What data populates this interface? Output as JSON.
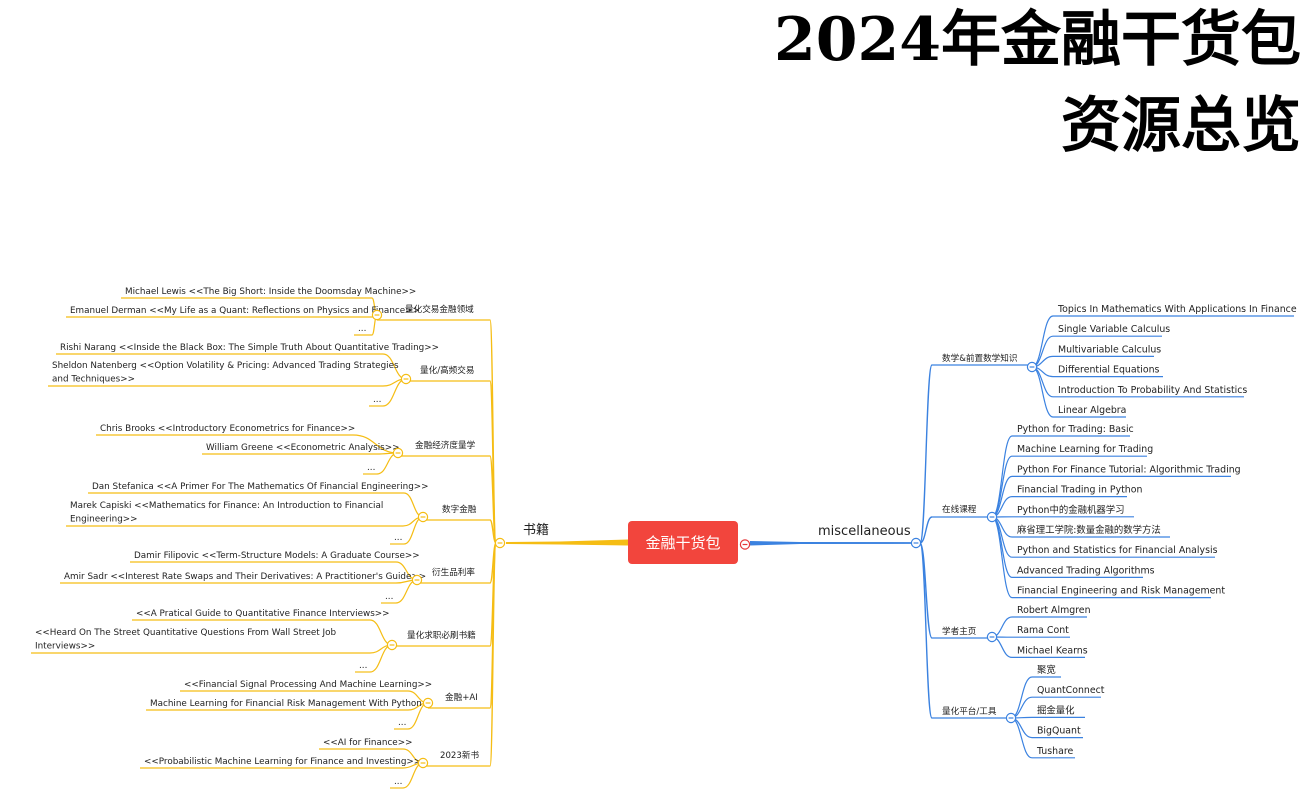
{
  "header": {
    "title_line1": "2024年金融干货包",
    "title_line2": "资源总览"
  },
  "mindmap": {
    "root": "金融干货包",
    "colors": {
      "root_bg": "#f2453d",
      "left_branch": "#f5bd14",
      "right_branch": "#3b82e0",
      "collapse_badge": "#e5383b"
    },
    "left": {
      "label": "书籍",
      "groups": [
        {
          "label": "量化交易金融领域",
          "items": [
            [
              "Michael Lewis <<The Big Short: Inside the Doomsday Machine>>"
            ],
            [
              "Emanuel Derman <<My Life as a Quant: Reflections on Physics and Finance>>"
            ],
            [
              "..."
            ]
          ]
        },
        {
          "label": "量化/高频交易",
          "items": [
            [
              "Rishi Narang <<Inside the Black Box: The Simple Truth About Quantitative Trading>>"
            ],
            [
              "Sheldon Natenberg <<Option Volatility & Pricing: Advanced Trading Strategies",
              "and Techniques>>"
            ],
            [
              "..."
            ]
          ]
        },
        {
          "label": "金融经济度量学",
          "items": [
            [
              "Chris Brooks <<Introductory Econometrics for Finance>>"
            ],
            [
              "William Greene <<Econometric Analysis>>"
            ],
            [
              "..."
            ]
          ]
        },
        {
          "label": "数字金融",
          "items": [
            [
              "Dan Stefanica <<A Primer For The Mathematics Of Financial Engineering>>"
            ],
            [
              "Marek Capiski <<Mathematics for Finance: An Introduction to Financial",
              "Engineering>>"
            ],
            [
              "..."
            ]
          ]
        },
        {
          "label": "衍生品利率",
          "items": [
            [
              "Damir Filipovic <<Term-Structure Models: A Graduate Course>>"
            ],
            [
              "Amir Sadr <<Interest Rate Swaps and Their Derivatives: A Practitioner's Guide>>"
            ],
            [
              "..."
            ]
          ]
        },
        {
          "label": "量化求职必刷书籍",
          "items": [
            [
              "<<A Pratical Guide to Quantitative Finance Interviews>>"
            ],
            [
              "<<Heard On The Street Quantitative Questions From Wall Street Job",
              "Interviews>>"
            ],
            [
              "..."
            ]
          ]
        },
        {
          "label": "金融+AI",
          "items": [
            [
              "<<Financial Signal Processing And Machine Learning>>"
            ],
            [
              "Machine Learning for Financial Risk Management With Python"
            ],
            [
              "..."
            ]
          ]
        },
        {
          "label": "2023新书",
          "items": [
            [
              "<<AI for Finance>>"
            ],
            [
              "<<Probabilistic Machine Learning  for Finance and Investing>>"
            ],
            [
              "..."
            ]
          ]
        }
      ]
    },
    "right": {
      "label": "miscellaneous",
      "groups": [
        {
          "label": "数学&前置数学知识",
          "items": [
            "Topics In Mathematics With Applications In Finance",
            "Single Variable Calculus",
            "Multivariable Calculus",
            "Differential Equations",
            "Introduction To Probability And Statistics",
            "Linear Algebra"
          ]
        },
        {
          "label": "在线课程",
          "items": [
            "Python for Trading: Basic",
            "Machine Learning for Trading",
            "Python For Finance Tutorial: Algorithmic Trading",
            "Financial Trading in Python",
            "Python中的金融机器学习",
            "麻省理工学院:数量金融的数学方法",
            "Python and Statistics for Financial Analysis",
            "Advanced Trading Algorithms",
            "Financial Engineering and Risk Management"
          ]
        },
        {
          "label": "学者主页",
          "items": [
            "Robert Almgren",
            "Rama Cont",
            "Michael Kearns"
          ]
        },
        {
          "label": "量化平台/工具",
          "items": [
            "聚宽",
            "QuantConnect",
            "掘金量化",
            "BigQuant",
            "Tushare"
          ]
        }
      ]
    }
  }
}
